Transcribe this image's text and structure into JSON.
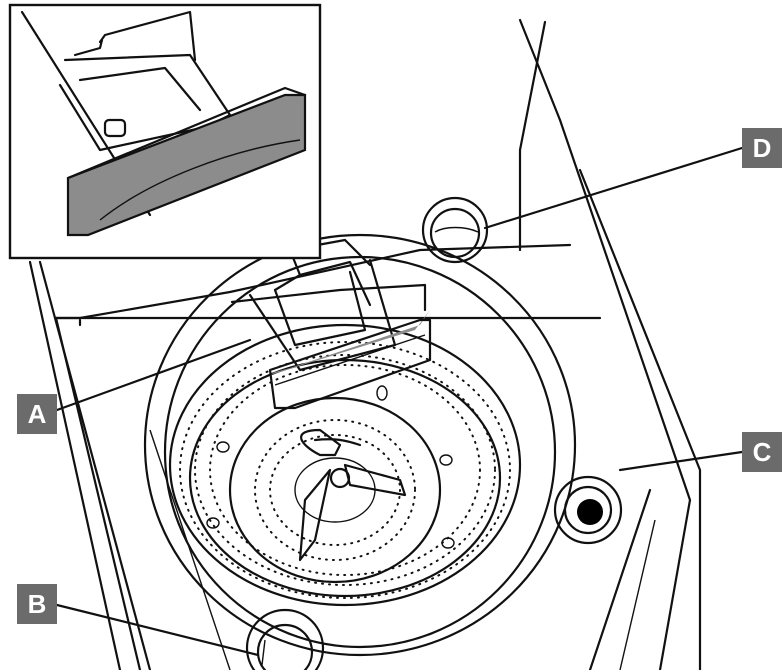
{
  "labels": {
    "a": "A",
    "b": "B",
    "c": "C",
    "d": "D"
  },
  "colors": {
    "label_background": "#6b6b6b",
    "label_text": "#ffffff",
    "drawer_handle": "#8c8c8c",
    "line_art": "#111111"
  }
}
